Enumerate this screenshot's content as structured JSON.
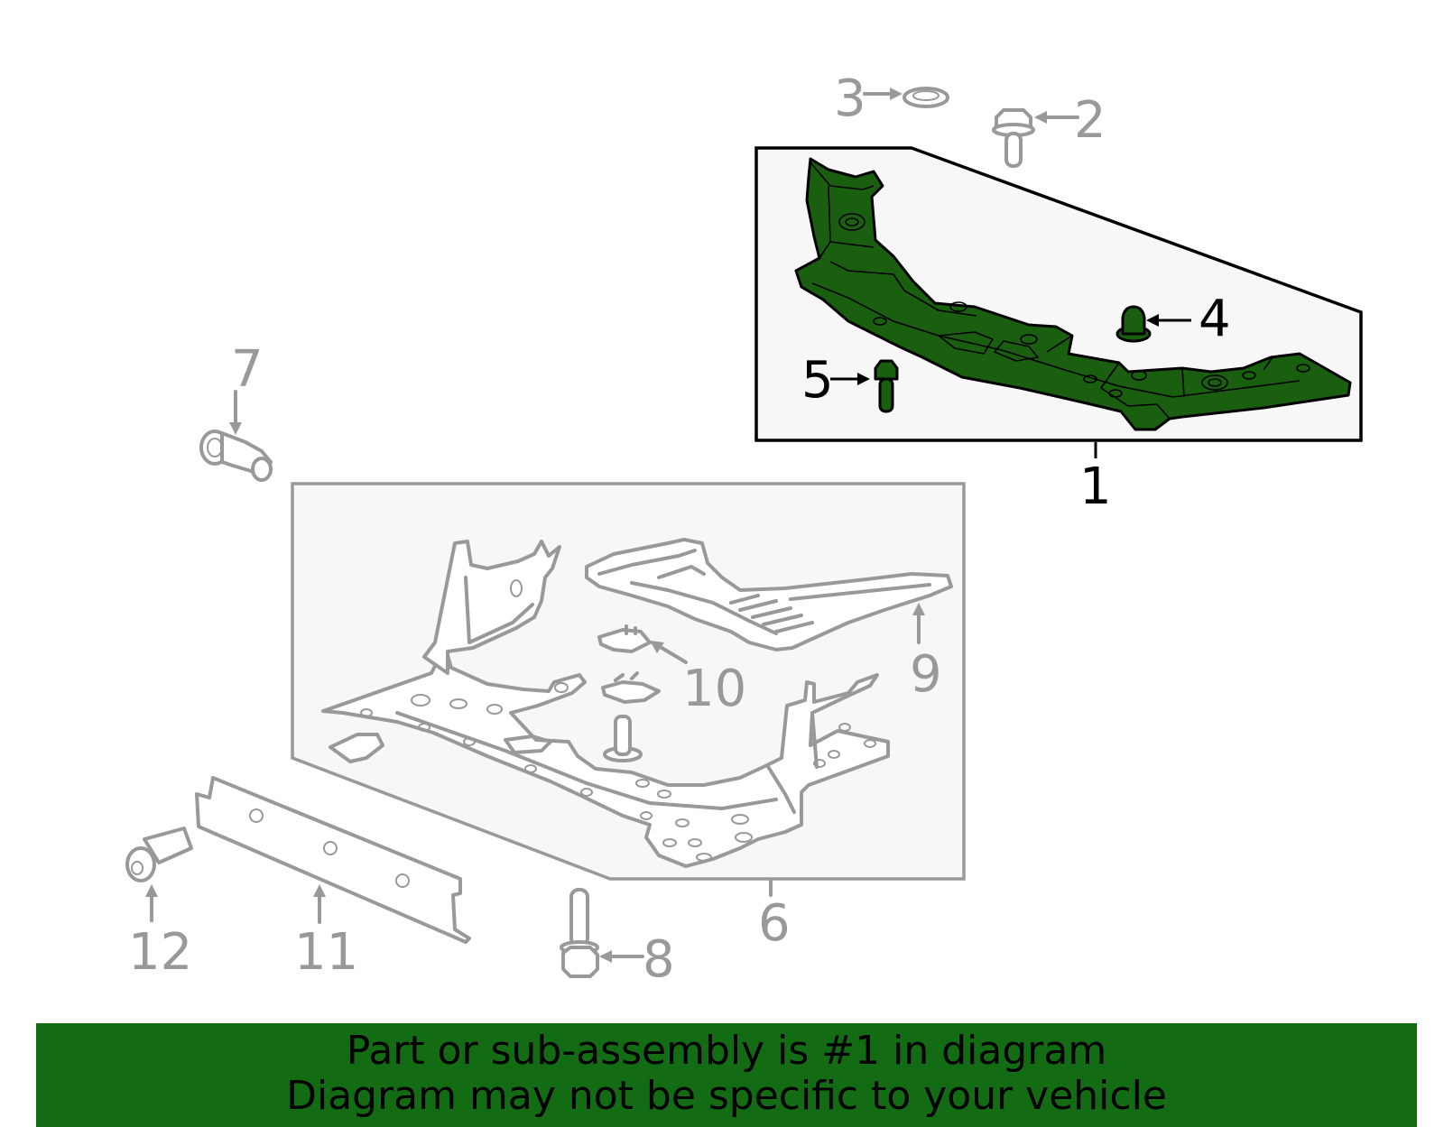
{
  "callouts": {
    "c1": "1",
    "c2": "2",
    "c3": "3",
    "c4": "4",
    "c5": "5",
    "c6": "6",
    "c7": "7",
    "c8": "8",
    "c9": "9",
    "c10": "10",
    "c11": "11",
    "c12": "12"
  },
  "highlighted_part": "1",
  "colors": {
    "highlight": "#1a5e10",
    "footer_bg": "#136b13",
    "other_parts": "#999999"
  },
  "footer": {
    "line1": "Part or sub-assembly is #1 in diagram",
    "line2": "Diagram may not be specific to your vehicle"
  }
}
